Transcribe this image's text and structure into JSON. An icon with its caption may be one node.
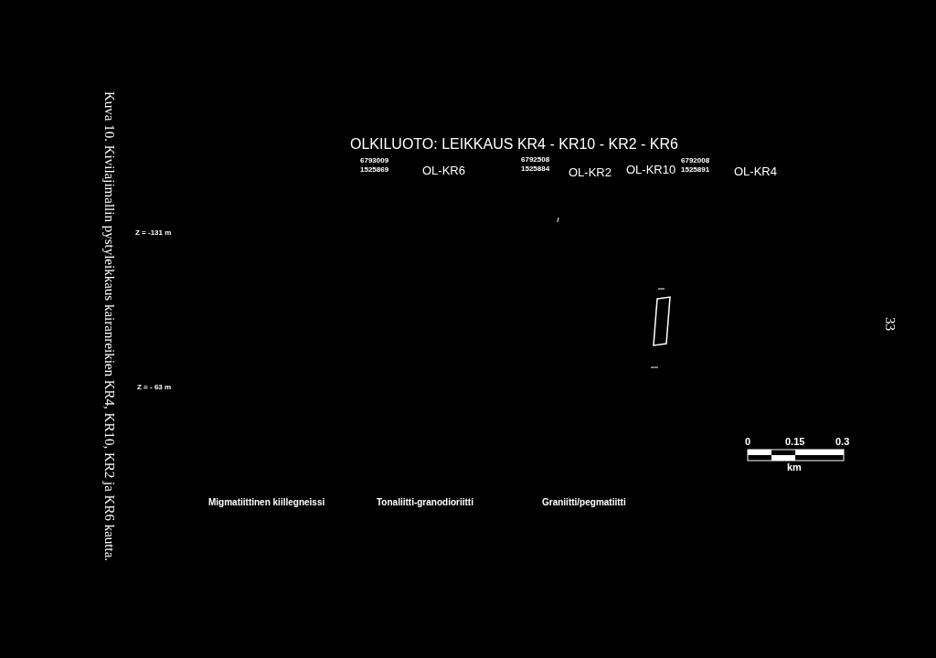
{
  "diagram": {
    "title": "OLKILUOTO: LEIKKAUS KR4 - KR10 - KR2 - KR6",
    "caption": "Kuva 10. Kivilajimallin pystyleikkaus kairanreikien KR4, KR10, KR2 ja KR6 kautta.",
    "labels": [
      "6793009",
      "1525869",
      "OL-KR6",
      "6792508",
      "1525884",
      "OL-KR2",
      "OL-KR10",
      "6792008",
      "1525891",
      "OL-KR4",
      "Z = -131 m",
      "Z = - 63 m",
      "0",
      "0.15",
      "0.3",
      "km",
      "Migmatiittinen kiillegneissi",
      "Tonaliitti-granodioriitti",
      "Graniitti/pegmatiitti",
      "33"
    ]
  }
}
